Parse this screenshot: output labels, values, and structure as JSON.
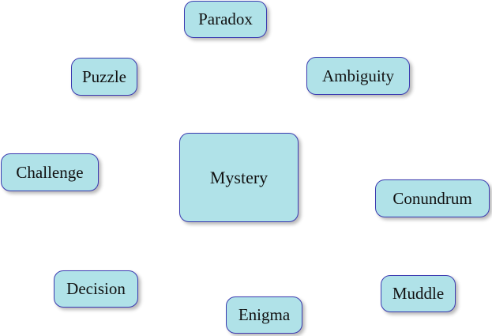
{
  "center": {
    "label": "Mystery"
  },
  "nodes": {
    "paradox": "Paradox",
    "puzzle": "Puzzle",
    "ambiguity": "Ambiguity",
    "challenge": "Challenge",
    "conundrum": "Conundrum",
    "decision": "Decision",
    "muddle": "Muddle",
    "enigma": "Enigma"
  },
  "colors": {
    "node_fill": "#b0e2e8",
    "node_border": "#3a3ab0"
  }
}
